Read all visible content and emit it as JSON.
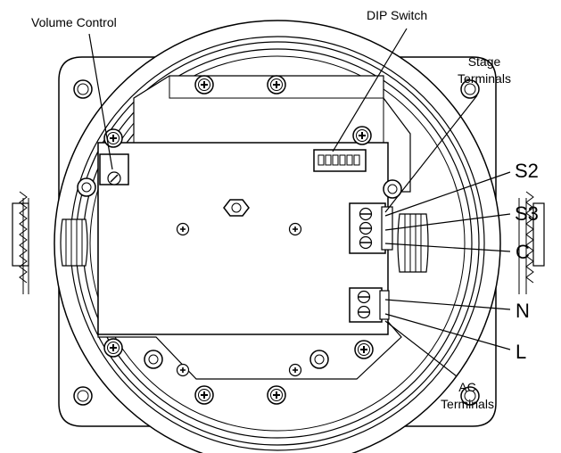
{
  "labels": {
    "volume_control": "Volume Control",
    "dip_switch": "DIP Switch",
    "stage_terminals_line1": "Stage",
    "stage_terminals_line2": "Terminals",
    "s2": "S2",
    "s3": "S3",
    "c": "C",
    "n": "N",
    "l": "L",
    "ac_terminals_line1": "AC",
    "ac_terminals_line2": "Terminals"
  }
}
